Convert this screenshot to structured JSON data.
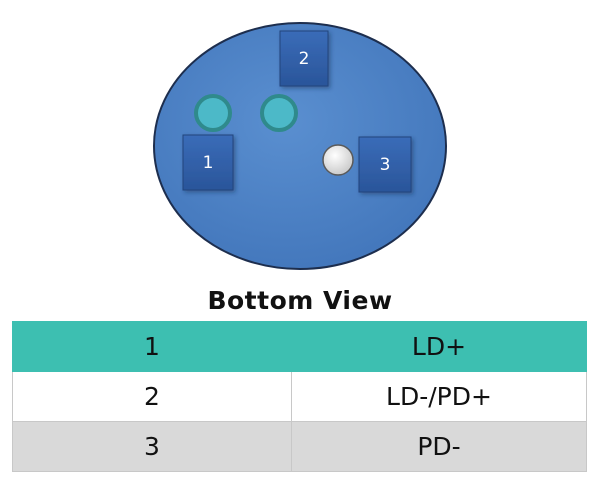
{
  "diagram": {
    "view_title": "Bottom View",
    "pin_labels": [
      "1",
      "2",
      "3"
    ]
  },
  "pin_table": {
    "rows": [
      {
        "pin": "1",
        "signal": "LD+"
      },
      {
        "pin": "2",
        "signal": "LD-/PD+"
      },
      {
        "pin": "3",
        "signal": "PD-"
      }
    ]
  },
  "colors": {
    "header_face": "#4a7fc4",
    "pin_pad": "#4cb9c8",
    "label_box": "#2f5fa8",
    "table_highlight": "#3dbfb1",
    "table_alt": "#d9d9d9"
  }
}
